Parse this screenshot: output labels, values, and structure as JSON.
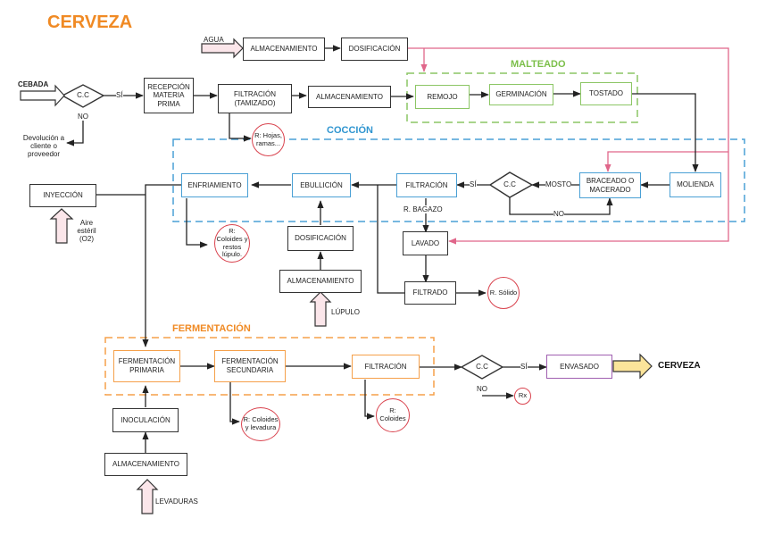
{
  "title": "CERVEZA",
  "colors": {
    "title": "#f08a24",
    "malteado": "#7cbf4a",
    "coccion": "#2f95d0",
    "fermentacion": "#f08a24",
    "water_line": "#e0668a",
    "residue": "#d9434e",
    "product_arrow": "#fbe49a",
    "input_arrow": "#fbe6ea"
  },
  "sections": {
    "malteado": "MALTEADO",
    "coccion": "COCCIÓN",
    "fermentacion": "FERMENTACIÓN"
  },
  "inputs": {
    "agua": "AGUA",
    "cebada": "CEBADA",
    "aire": "Aire estéril (O2)",
    "lupulo": "LÚPULO",
    "levaduras": "LEVADURAS"
  },
  "boxes": {
    "agua_almacenamiento": "ALMACENAMIENTO",
    "agua_dosificacion": "DOSIFICACIÓN",
    "recepcion": "RECEPCIÓN MATERIA PRIMA",
    "filtracion_tamizado": "FILTRACIÓN (TAMIZADO)",
    "almacenamiento_cebada": "ALMACENAMIENTO",
    "remojo": "REMOJO",
    "germinacion": "GERMINACIÓN",
    "tostado": "TOSTADO",
    "molienda": "MOLIENDA",
    "braceado": "BRACEADO O MACERADO",
    "filtracion_coccion": "FILTRACIÓN",
    "ebullicion": "EBULLICIÓN",
    "enfriamiento": "ENFRIAMIENTO",
    "inyeccion": "INYECCIÓN",
    "lupulo_dosificacion": "DOSIFICACIÓN",
    "lupulo_almacenamiento": "ALMACENAMIENTO",
    "lavado": "LAVADO",
    "filtrado": "FILTRADO",
    "ferm_primaria": "FERMENTACIÓN PRIMARIA",
    "ferm_secundaria": "FERMENTACIÓN SECUNDARIA",
    "filtracion_ferm": "FILTRACIÓN",
    "inoculacion": "INOCULACIÓN",
    "levadura_almacenamiento": "ALMACENAMIENTO",
    "envasado": "ENVASADO"
  },
  "decisions": {
    "cc1": "C.C",
    "cc2": "C.C",
    "cc3": "C.C"
  },
  "edge_labels": {
    "si1": "SÍ",
    "no1": "NO",
    "devolucion": "Devolución a cliente o proveedor",
    "mosto": "MOSTO",
    "si2": "SÍ",
    "no2": "NO",
    "bagazo": "R. BAGAZO",
    "si3": "SÍ",
    "no3": "NO"
  },
  "residues": {
    "hojas": "R: Hojas, ramas...",
    "coloides_lupulo": "R: Coloides y restos lúpulo.",
    "solido": "R. Sólido",
    "coloides_levadura": "R: Coloides y levadura",
    "coloides": "R: Coloides",
    "rx": "Rx"
  },
  "output": "CERVEZA"
}
